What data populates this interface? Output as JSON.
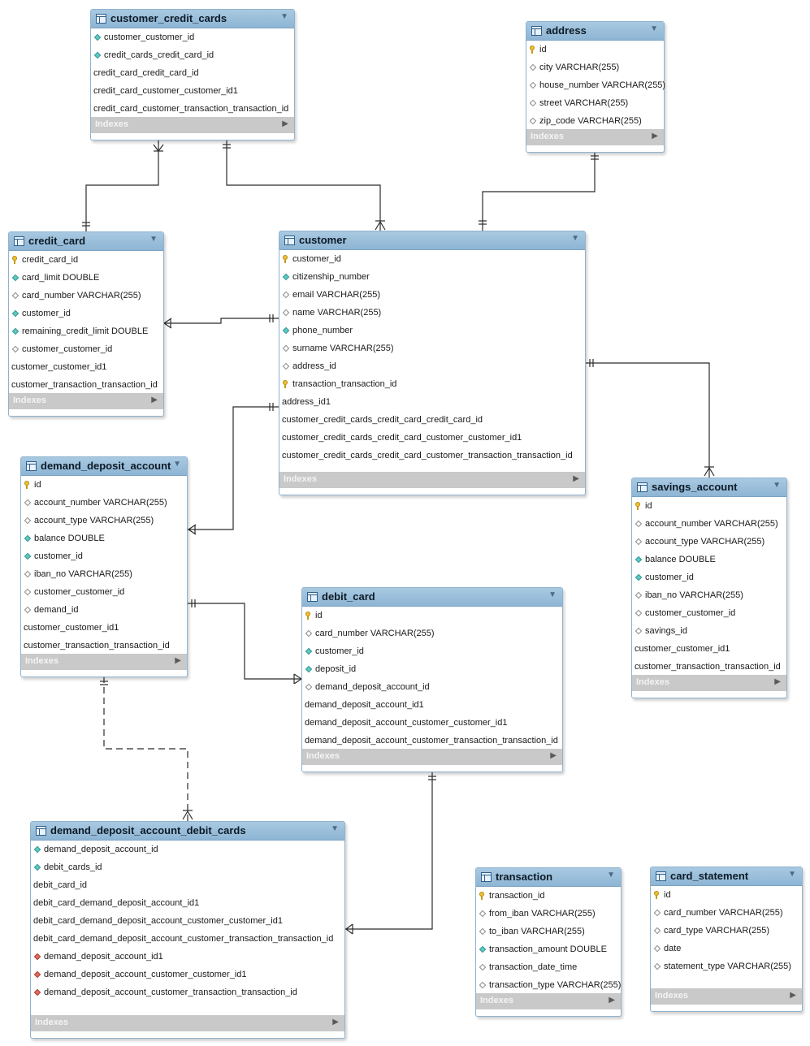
{
  "tables": [
    {
      "id": "customer_credit_cards",
      "name": "customer_credit_cards",
      "indexes_label": "Indexes",
      "columns": [
        {
          "text": "customer_customer_id",
          "icon": "fk"
        },
        {
          "text": "credit_cards_credit_card_id",
          "icon": "fk"
        },
        {
          "text": "credit_card_credit_card_id",
          "icon": "none"
        },
        {
          "text": "credit_card_customer_customer_id1",
          "icon": "none"
        },
        {
          "text": "credit_card_customer_transaction_transaction_id",
          "icon": "none"
        }
      ]
    },
    {
      "id": "address",
      "name": "address",
      "indexes_label": "Indexes",
      "columns": [
        {
          "text": "id",
          "icon": "key"
        },
        {
          "text": "city VARCHAR(255)",
          "icon": "col"
        },
        {
          "text": "house_number VARCHAR(255)",
          "icon": "col"
        },
        {
          "text": "street VARCHAR(255)",
          "icon": "col"
        },
        {
          "text": "zip_code VARCHAR(255)",
          "icon": "col"
        }
      ]
    },
    {
      "id": "credit_card",
      "name": "credit_card",
      "indexes_label": "Indexes",
      "columns": [
        {
          "text": "credit_card_id",
          "icon": "key"
        },
        {
          "text": "card_limit DOUBLE",
          "icon": "fk"
        },
        {
          "text": "card_number VARCHAR(255)",
          "icon": "col"
        },
        {
          "text": "customer_id",
          "icon": "fk"
        },
        {
          "text": "remaining_credit_limit DOUBLE",
          "icon": "fk"
        },
        {
          "text": "customer_customer_id",
          "icon": "col"
        },
        {
          "text": "customer_customer_id1",
          "icon": "none"
        },
        {
          "text": "customer_transaction_transaction_id",
          "icon": "none"
        }
      ]
    },
    {
      "id": "customer",
      "name": "customer",
      "indexes_label": "Indexes",
      "columns": [
        {
          "text": "customer_id",
          "icon": "key"
        },
        {
          "text": "citizenship_number",
          "icon": "fk"
        },
        {
          "text": "email VARCHAR(255)",
          "icon": "col"
        },
        {
          "text": "name VARCHAR(255)",
          "icon": "col"
        },
        {
          "text": "phone_number",
          "icon": "fk"
        },
        {
          "text": "surname VARCHAR(255)",
          "icon": "col"
        },
        {
          "text": "address_id",
          "icon": "col"
        },
        {
          "text": "transaction_transaction_id",
          "icon": "key"
        },
        {
          "text": "address_id1",
          "icon": "none"
        },
        {
          "text": "customer_credit_cards_credit_card_credit_card_id",
          "icon": "none"
        },
        {
          "text": "customer_credit_cards_credit_card_customer_customer_id1",
          "icon": "none"
        },
        {
          "text": "customer_credit_cards_credit_card_customer_transaction_transaction_id",
          "icon": "none"
        }
      ]
    },
    {
      "id": "demand_deposit_account",
      "name": "demand_deposit_account",
      "indexes_label": "Indexes",
      "columns": [
        {
          "text": "id",
          "icon": "key"
        },
        {
          "text": "account_number VARCHAR(255)",
          "icon": "col"
        },
        {
          "text": "account_type VARCHAR(255)",
          "icon": "col"
        },
        {
          "text": "balance DOUBLE",
          "icon": "fk"
        },
        {
          "text": "customer_id",
          "icon": "fk"
        },
        {
          "text": "iban_no VARCHAR(255)",
          "icon": "col"
        },
        {
          "text": "customer_customer_id",
          "icon": "col"
        },
        {
          "text": "demand_id",
          "icon": "col"
        },
        {
          "text": "customer_customer_id1",
          "icon": "none"
        },
        {
          "text": "customer_transaction_transaction_id",
          "icon": "none"
        }
      ]
    },
    {
      "id": "savings_account",
      "name": "savings_account",
      "indexes_label": "Indexes",
      "columns": [
        {
          "text": "id",
          "icon": "key"
        },
        {
          "text": "account_number VARCHAR(255)",
          "icon": "col"
        },
        {
          "text": "account_type VARCHAR(255)",
          "icon": "col"
        },
        {
          "text": "balance DOUBLE",
          "icon": "fk"
        },
        {
          "text": "customer_id",
          "icon": "fk"
        },
        {
          "text": "iban_no VARCHAR(255)",
          "icon": "col"
        },
        {
          "text": "customer_customer_id",
          "icon": "col"
        },
        {
          "text": "savings_id",
          "icon": "col"
        },
        {
          "text": "customer_customer_id1",
          "icon": "none"
        },
        {
          "text": "customer_transaction_transaction_id",
          "icon": "none"
        }
      ]
    },
    {
      "id": "debit_card",
      "name": "debit_card",
      "indexes_label": "Indexes",
      "columns": [
        {
          "text": "id",
          "icon": "key"
        },
        {
          "text": "card_number VARCHAR(255)",
          "icon": "col"
        },
        {
          "text": "customer_id",
          "icon": "fk"
        },
        {
          "text": "deposit_id",
          "icon": "fk"
        },
        {
          "text": "demand_deposit_account_id",
          "icon": "col"
        },
        {
          "text": "demand_deposit_account_id1",
          "icon": "none"
        },
        {
          "text": "demand_deposit_account_customer_customer_id1",
          "icon": "none"
        },
        {
          "text": "demand_deposit_account_customer_transaction_transaction_id",
          "icon": "none"
        }
      ]
    },
    {
      "id": "demand_deposit_account_debit_cards",
      "name": "demand_deposit_account_debit_cards",
      "indexes_label": "Indexes",
      "columns": [
        {
          "text": "demand_deposit_account_id",
          "icon": "fk"
        },
        {
          "text": "debit_cards_id",
          "icon": "fk"
        },
        {
          "text": "debit_card_id",
          "icon": "none"
        },
        {
          "text": "debit_card_demand_deposit_account_id1",
          "icon": "none"
        },
        {
          "text": "debit_card_demand_deposit_account_customer_customer_id1",
          "icon": "none"
        },
        {
          "text": "debit_card_demand_deposit_account_customer_transaction_transaction_id",
          "icon": "none"
        },
        {
          "text": "demand_deposit_account_id1",
          "icon": "red"
        },
        {
          "text": "demand_deposit_account_customer_customer_id1",
          "icon": "red"
        },
        {
          "text": "demand_deposit_account_customer_transaction_transaction_id",
          "icon": "red"
        }
      ]
    },
    {
      "id": "transaction",
      "name": "transaction",
      "indexes_label": "Indexes",
      "columns": [
        {
          "text": "transaction_id",
          "icon": "key"
        },
        {
          "text": "from_iban VARCHAR(255)",
          "icon": "col"
        },
        {
          "text": "to_iban VARCHAR(255)",
          "icon": "col"
        },
        {
          "text": "transaction_amount DOUBLE",
          "icon": "fk"
        },
        {
          "text": "transaction_date_time",
          "icon": "col"
        },
        {
          "text": "transaction_type VARCHAR(255)",
          "icon": "col"
        }
      ]
    },
    {
      "id": "card_statement",
      "name": "card_statement",
      "indexes_label": "Indexes",
      "columns": [
        {
          "text": "id",
          "icon": "key"
        },
        {
          "text": "card_number VARCHAR(255)",
          "icon": "col"
        },
        {
          "text": "card_type VARCHAR(255)",
          "icon": "col"
        },
        {
          "text": "date",
          "icon": "col"
        },
        {
          "text": "statement_type VARCHAR(255)",
          "icon": "col"
        }
      ]
    }
  ]
}
